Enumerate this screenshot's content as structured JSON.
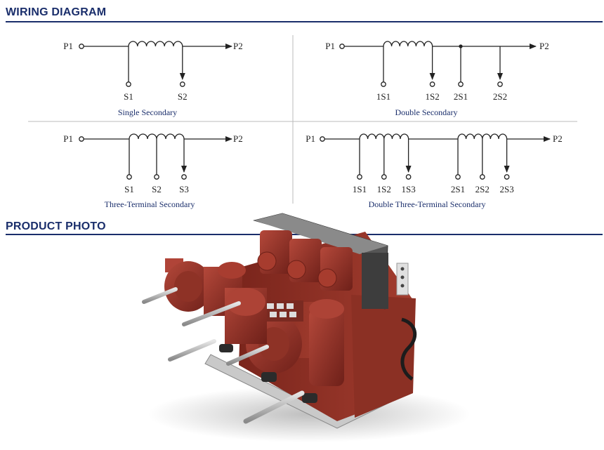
{
  "headings": {
    "wiring": "WIRING DIAGRAM",
    "photo": "PRODUCT PHOTO"
  },
  "colors": {
    "accent": "#1a2e6b",
    "line": "#222222",
    "housing": "#8e3226"
  },
  "diagrams": {
    "single": {
      "caption": "Single Secondary",
      "left": "P1",
      "right": "P2",
      "taps": [
        "S1",
        "S2"
      ]
    },
    "double": {
      "caption": "Double Secondary",
      "left": "P1",
      "right": "P2",
      "taps": [
        "1S1",
        "1S2",
        "2S1",
        "2S2"
      ]
    },
    "three": {
      "caption": "Three-Terminal Secondary",
      "left": "P1",
      "right": "P2",
      "taps": [
        "S1",
        "S2",
        "S3"
      ]
    },
    "double_three": {
      "caption": "Double Three-Terminal Secondary",
      "left": "P1",
      "right": "P2",
      "taps": [
        "1S1",
        "1S2",
        "1S3",
        "2S1",
        "2S2",
        "2S3"
      ]
    }
  }
}
